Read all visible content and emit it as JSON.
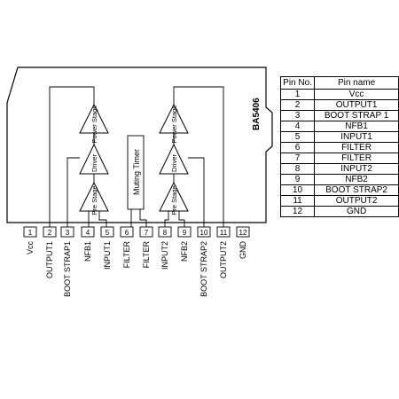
{
  "chip": {
    "part_number": "BA5406",
    "stages": {
      "power": "Power Stage",
      "driver": "Driver",
      "pre": "Pre Stage",
      "muting": "Muting Timer"
    },
    "pins": [
      {
        "no": "1",
        "label": "Vcc"
      },
      {
        "no": "2",
        "label": "OUTPUT1"
      },
      {
        "no": "3",
        "label": "BOOT STRAP1"
      },
      {
        "no": "4",
        "label": "NFB1"
      },
      {
        "no": "5",
        "label": "INPUT1"
      },
      {
        "no": "6",
        "label": "FILTER"
      },
      {
        "no": "7",
        "label": "FILTER"
      },
      {
        "no": "8",
        "label": "INPUT2"
      },
      {
        "no": "9",
        "label": "NFB2"
      },
      {
        "no": "10",
        "label": "BOOT STRAP2"
      },
      {
        "no": "11",
        "label": "OUTPUT2"
      },
      {
        "no": "12",
        "label": "GND"
      }
    ]
  },
  "table": {
    "headers": {
      "no": "Pin No.",
      "name": "Pin name"
    },
    "rows": [
      {
        "no": "1",
        "name": "Vcc"
      },
      {
        "no": "2",
        "name": "OUTPUT1"
      },
      {
        "no": "3",
        "name": "BOOT STRAP 1"
      },
      {
        "no": "4",
        "name": "NFB1"
      },
      {
        "no": "5",
        "name": "INPUT1"
      },
      {
        "no": "6",
        "name": "FILTER"
      },
      {
        "no": "7",
        "name": "FILTER"
      },
      {
        "no": "8",
        "name": "INPUT2"
      },
      {
        "no": "9",
        "name": "NFB2"
      },
      {
        "no": "10",
        "name": "BOOT STRAP2"
      },
      {
        "no": "11",
        "name": "OUTPUT2"
      },
      {
        "no": "12",
        "name": "GND"
      }
    ]
  }
}
